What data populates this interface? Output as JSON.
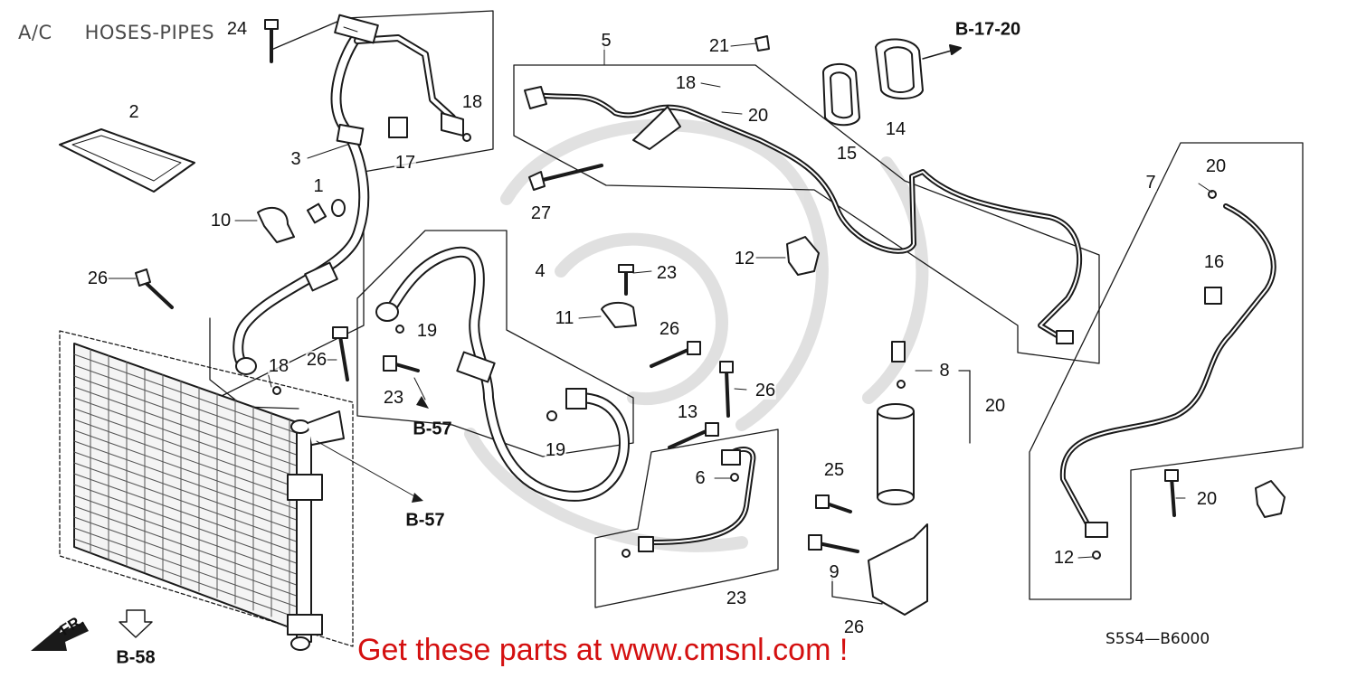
{
  "title": {
    "section": "A/C",
    "name": "HOSES-PIPES"
  },
  "diagram_code": "S5S4—B6000",
  "promo_text": "Get these parts at www.cmsnl.com !",
  "front_label": "FR.",
  "references": [
    "B-17-20",
    "B-57",
    "B-57",
    "B-58"
  ],
  "callouts": [
    "24",
    "2",
    "3",
    "1",
    "10",
    "26",
    "18",
    "18",
    "17",
    "5",
    "21",
    "18",
    "20",
    "27",
    "14",
    "15",
    "12",
    "7",
    "20",
    "16",
    "4",
    "23",
    "11",
    "26",
    "19",
    "23",
    "19",
    "26",
    "26",
    "13",
    "8",
    "20",
    "6",
    "23",
    "25",
    "9",
    "26",
    "20",
    "12"
  ]
}
